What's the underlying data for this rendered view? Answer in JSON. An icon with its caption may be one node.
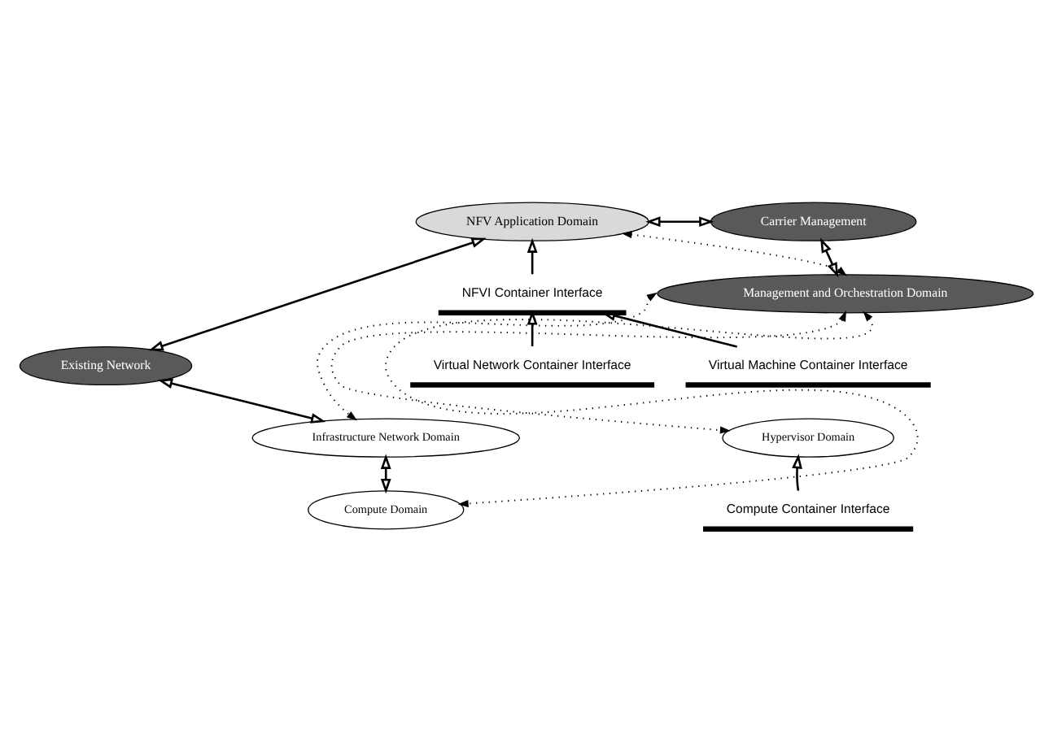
{
  "diagram": {
    "nodes": [
      {
        "text": [
          "Existing Network"
        ]
      },
      {
        "text": [
          "NFV Application Domain"
        ]
      },
      {
        "text": [
          "Carrier Management"
        ]
      },
      {
        "text": [
          "Management and Orchestration Domain"
        ]
      },
      {
        "text": [
          "NFVI Container Interface"
        ]
      },
      {
        "text": [
          "Virtual Network Container Interface"
        ]
      },
      {
        "text": [
          "Virtual Machine Container Interface"
        ]
      },
      {
        "text": [
          "Infrastructure Network Domain"
        ]
      },
      {
        "text": [
          "Hypervisor Domain"
        ]
      },
      {
        "text": [
          "Compute Container Interface"
        ]
      },
      {
        "text": [
          "Compute Domain"
        ]
      }
    ],
    "edges": [
      {
        "from": 0,
        "to": 1,
        "arrow": "both"
      },
      {
        "from": 1,
        "to": 2,
        "arrow": "both"
      },
      {
        "from": 2,
        "to": 3,
        "arrow": "both"
      },
      {
        "from": 4,
        "to": 1,
        "arrow": "to"
      },
      {
        "from": 3,
        "to": 1,
        "arrow": "both",
        "style": "dashed"
      },
      {
        "from": 5,
        "to": 4,
        "arrow": "to"
      },
      {
        "from": 6,
        "to": 4,
        "arrow": "to"
      },
      {
        "from": 3,
        "to": 7,
        "arrow": "both",
        "style": "dashed"
      },
      {
        "from": 3,
        "to": 8,
        "arrow": "both",
        "style": "dashed"
      },
      {
        "from": 0,
        "to": 7,
        "arrow": "both"
      },
      {
        "from": 9,
        "to": 8,
        "arrow": "to"
      },
      {
        "from": 7,
        "to": 10,
        "arrow": "both"
      },
      {
        "from": 3,
        "to": 10,
        "arrow": "both",
        "style": "dashed"
      }
    ]
  }
}
